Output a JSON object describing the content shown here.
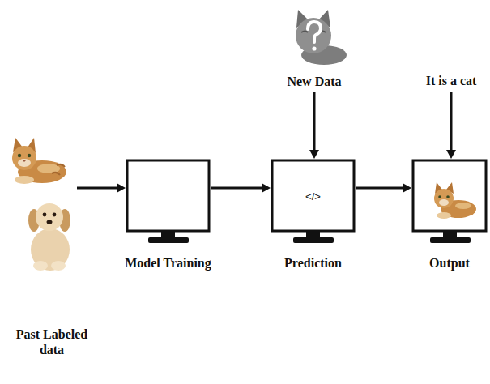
{
  "diagram": {
    "nodes": [
      {
        "text": [
          "Past Labeled data"
        ]
      },
      {
        "text": [
          "Model Training"
        ]
      },
      {
        "text": [
          "</>",
          "Prediction"
        ]
      },
      {
        "text": [
          "Output"
        ]
      },
      {
        "text": [
          "New Data"
        ]
      },
      {
        "text": [
          "It is a cat"
        ]
      }
    ],
    "edges": [
      {
        "from": 0,
        "to": 1,
        "arrow": "to"
      },
      {
        "from": 1,
        "to": 2,
        "arrow": "to"
      },
      {
        "from": 2,
        "to": 3,
        "arrow": "to"
      },
      {
        "from": 4,
        "to": 2,
        "arrow": "to"
      },
      {
        "from": 5,
        "to": 3,
        "arrow": "to"
      }
    ]
  }
}
